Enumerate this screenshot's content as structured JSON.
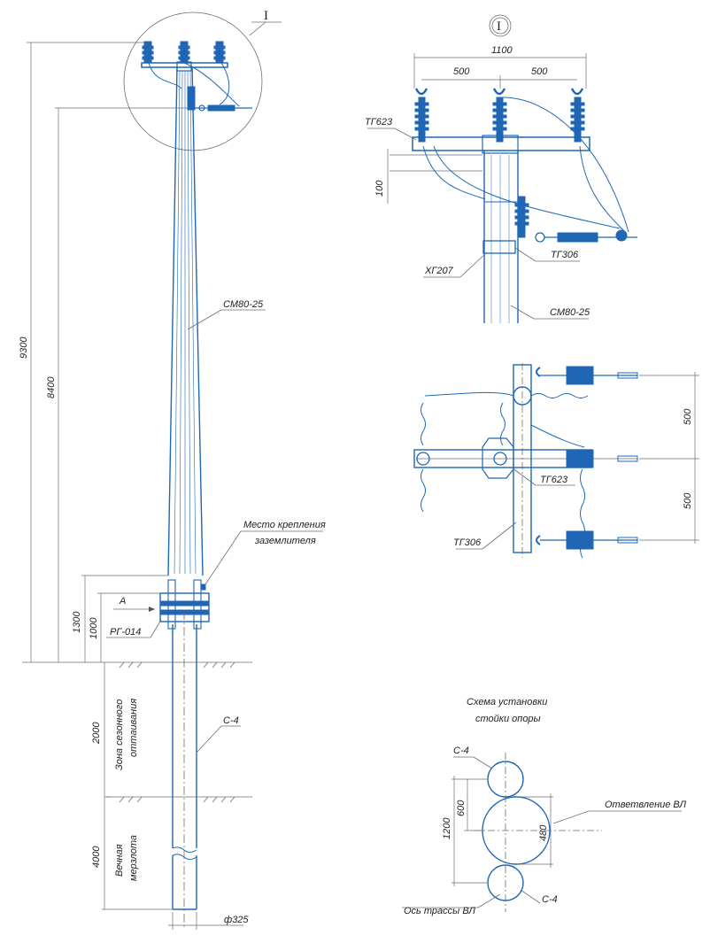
{
  "colors": {
    "accent": "#1f67b5",
    "line": "#6d6d6d",
    "text": "#222222"
  },
  "left_view": {
    "detail_mark": "I",
    "dims": {
      "total": "9300",
      "above": "8400",
      "base1": "1300",
      "base2": "1000",
      "thaw": "2000",
      "perm": "4000"
    },
    "labels": {
      "pole": "СМ80-25",
      "ground_point_1": "Место крепления",
      "ground_point_2": "заземлителя",
      "clamp": "РГ-014",
      "section_arrow": "А",
      "post": "С-4",
      "diameter": "ф325",
      "zone1_l1": "Зона сезонного",
      "zone1_l2": "оттаивания",
      "zone2_l1": "Вечная",
      "zone2_l2": "мерзлота"
    }
  },
  "detail_view": {
    "mark": "I",
    "dims": {
      "width": "1100",
      "left": "500",
      "right": "500",
      "vert": "100"
    },
    "labels": {
      "crossarm": "ТГ623",
      "bracket": "ХГ207",
      "fitting": "ТГ306",
      "pole": "СМ80-25"
    }
  },
  "plan_view": {
    "dims": {
      "upper": "500",
      "lower": "500"
    },
    "labels": {
      "crossarm": "ТГ623",
      "fitting": "ТГ306"
    }
  },
  "scheme": {
    "title_l1": "Схема установки",
    "title_l2": "стойки опоры",
    "dims": {
      "total": "1200",
      "gap": "600",
      "dia": "480"
    },
    "labels": {
      "post_top": "С-4",
      "branch": "Ответвление ВЛ",
      "axis": "Ось трассы ВЛ",
      "post_bottom": "С-4"
    }
  }
}
